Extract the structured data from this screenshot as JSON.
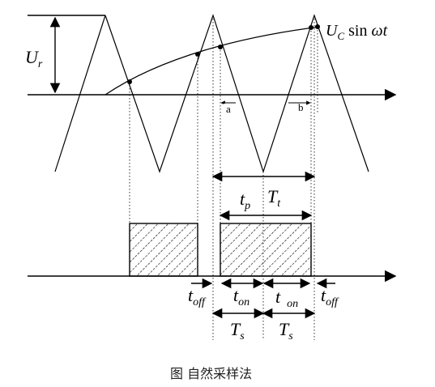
{
  "figure": {
    "caption": "图 自然采样法",
    "labels": {
      "u_r_main": "U",
      "u_r_sub": "r",
      "signal_main": "U",
      "signal_sub": "C",
      "signal_rest_sin": " sin ",
      "signal_omega": "ω",
      "signal_t": "t",
      "mark_a": "a",
      "mark_b": "b",
      "t_t_main": "T",
      "t_t_sub": "t",
      "t_p_main": "t",
      "t_p_sub": "p",
      "t_off_main": "t",
      "t_off_sub": "off",
      "t_on_main": "t",
      "t_on_sub": "on",
      "t_s_main": "T",
      "t_s_sub": "s"
    }
  }
}
